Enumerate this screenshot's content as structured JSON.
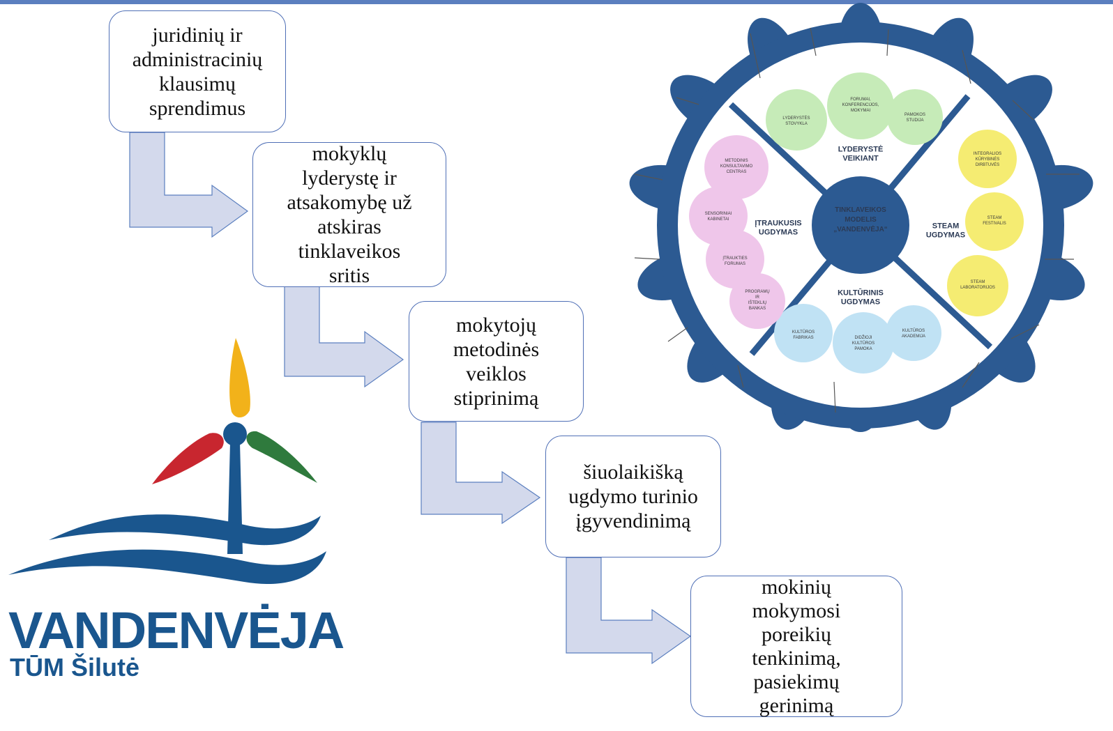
{
  "flow": {
    "step1": "juridinių ir\nadministracinių\nklausimų\nsprendimus",
    "step2": "mokyklų\nlyderystę ir\natsakomybę už\natskiras\ntinklaveikos\nsritis",
    "step3": "mokytojų\nmetodinės\nveiklos\nstiprinimą",
    "step4": "šiuolaikišką\nugdymo turinio\nįgyvendinimą",
    "step5": "mokinių\nmokymosi\nporeikių\ntenkinimą,\npasiekimų\ngerinimą"
  },
  "logo": {
    "title": "VANDENVĖJA",
    "subtitle": "TŪM Šilutė"
  },
  "wheel": {
    "center": [
      "TINKLAVEIKOS",
      "MODELIS",
      "„VANDENVĖJA“"
    ],
    "sectors": {
      "top": [
        "LYDERYSTĖ",
        "VEIKIANT"
      ],
      "right": [
        "STEAM",
        "UGDYMAS"
      ],
      "bottom": [
        "KULTŪRINIS",
        "UGDYMAS"
      ],
      "left": [
        "ĮTRAUKUSIS",
        "UGDYMAS"
      ]
    },
    "green": [
      [
        "LYDERYSTĖS",
        "STOVYKLA"
      ],
      [
        "FORUMAI,",
        "KONFERENCIJOS,",
        "MOKYMAI"
      ],
      [
        "PAMOKOS",
        "STUDIJA"
      ]
    ],
    "yellow": [
      [
        "INTEGRALIOS",
        "KŪRYBINĖS",
        "DIRBTUVĖS"
      ],
      [
        "STEAM",
        "FESTIVALIS"
      ],
      [
        "STEAM",
        "LABORATORIJOS"
      ]
    ],
    "blue": [
      [
        "KULTŪROS",
        "FABRIKAS"
      ],
      [
        "DIDŽIOJI",
        "KULTŪROS",
        "PAMOKA"
      ],
      [
        "KULTŪROS",
        "AKADEMIJA"
      ]
    ],
    "pink": [
      [
        "METODINIS",
        "KONSULTAVIMO",
        "CENTRAS"
      ],
      [
        "SENSORINIAI",
        "KABINETAI"
      ],
      [
        "ĮTRAUKTIES",
        "FORUMAS"
      ],
      [
        "PROGRAMŲ",
        "IR",
        "IŠTEKLIŲ",
        "BANKAS"
      ]
    ]
  },
  "colors": {
    "wheel": "#2c5a92",
    "arrow": "#d3d9ec",
    "arrow_border": "#5b7fbf",
    "logo_text": "#1a568e",
    "blade_yellow": "#f2b21a",
    "blade_red": "#c8262f",
    "blade_green": "#2f7a3d"
  }
}
